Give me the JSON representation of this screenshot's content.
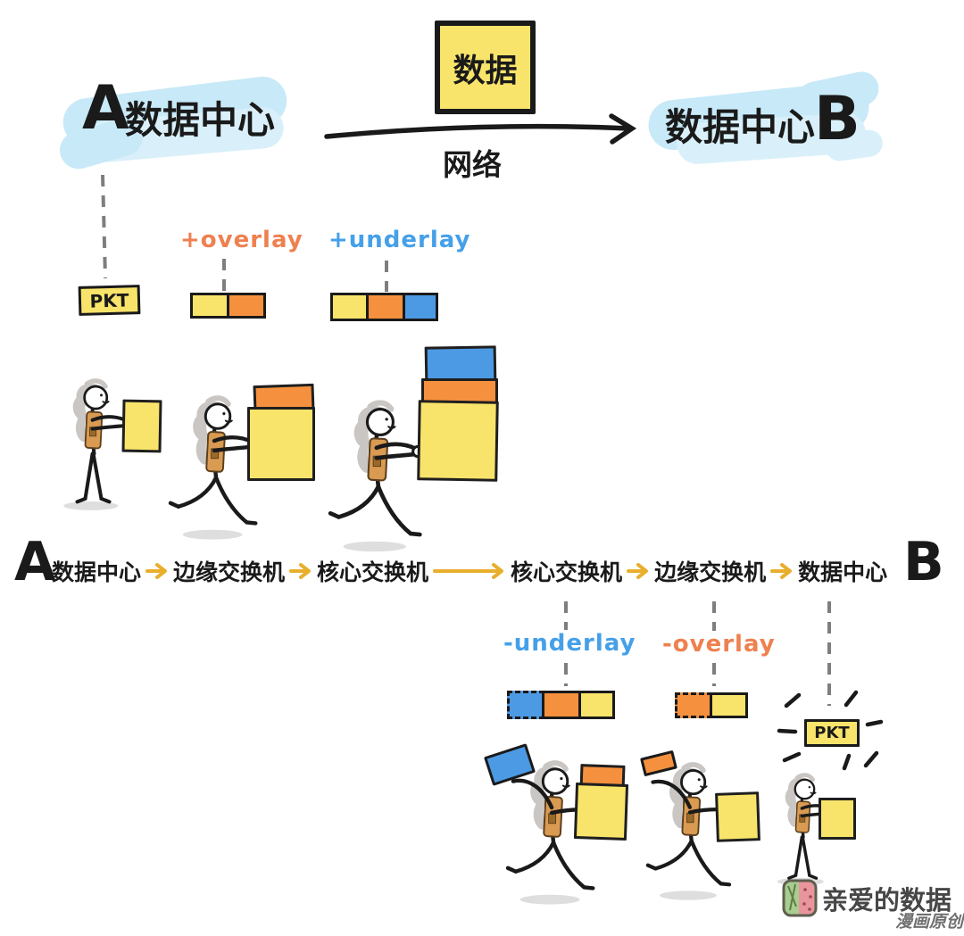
{
  "top": {
    "a_letter": "A",
    "a_label": "数据中心",
    "data_box_label": "数据",
    "network_label": "网络",
    "b_label": "数据中心",
    "b_letter": "B"
  },
  "encapsulation": {
    "pkt_label": "PKT",
    "add_overlay": "+overlay",
    "add_underlay": "+underlay"
  },
  "path_row": {
    "a_letter": "A",
    "steps": [
      "数据中心",
      "边缘交换机",
      "核心交换机",
      "核心交换机",
      "边缘交换机",
      "数据中心"
    ],
    "b_letter": "B"
  },
  "decapsulation": {
    "remove_underlay": "-underlay",
    "remove_overlay": "-overlay",
    "pkt_label": "PKT"
  },
  "footer": {
    "brand": "亲爱的数据",
    "tagline": "漫画原创"
  },
  "icons": {
    "flow_arrow": "right-arrow-gold",
    "transfer_arrow": "right-arrow-black",
    "pkt_rays": "radiating-lines",
    "brand_logo": "watermelon-badge"
  },
  "colors": {
    "ink": "#1a1a1a",
    "packet_yellow": "#F9E46B",
    "overlay_orange": "#F5913E",
    "underlay_blue": "#4D9AE4",
    "overlay_text": "#EF8050",
    "underlay_text": "#45A0E8",
    "arrow_gold": "#E8AF2D",
    "dash_gray": "#7E7E7E",
    "highlight_blue": "#C8E9F7",
    "vest": "#D99A52",
    "hair": "#C9C6C3",
    "brand_green": "#A9CC8F",
    "brand_pink": "#E8959E",
    "brand_ink": "#474747"
  }
}
